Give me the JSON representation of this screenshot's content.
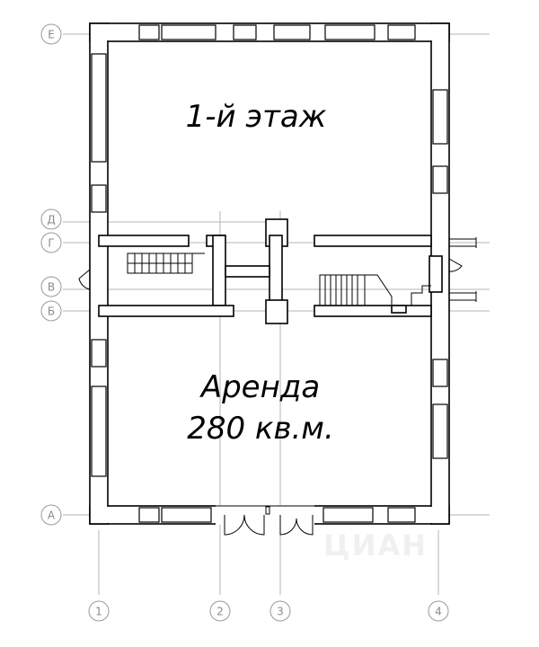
{
  "rooms": {
    "floor_label": "1-й этаж",
    "rent_label_line1": "Аренда",
    "rent_label_line2": "280 кв.м."
  },
  "axes": {
    "horizontal": [
      "Е",
      "Д",
      "Г",
      "В",
      "Б",
      "А"
    ],
    "vertical": [
      "1",
      "2",
      "3",
      "4"
    ]
  },
  "watermark": "ЦИАН",
  "colors": {
    "wall": "#000000",
    "grid": "#b5b5b5",
    "bubble": "#9a9a9a"
  }
}
